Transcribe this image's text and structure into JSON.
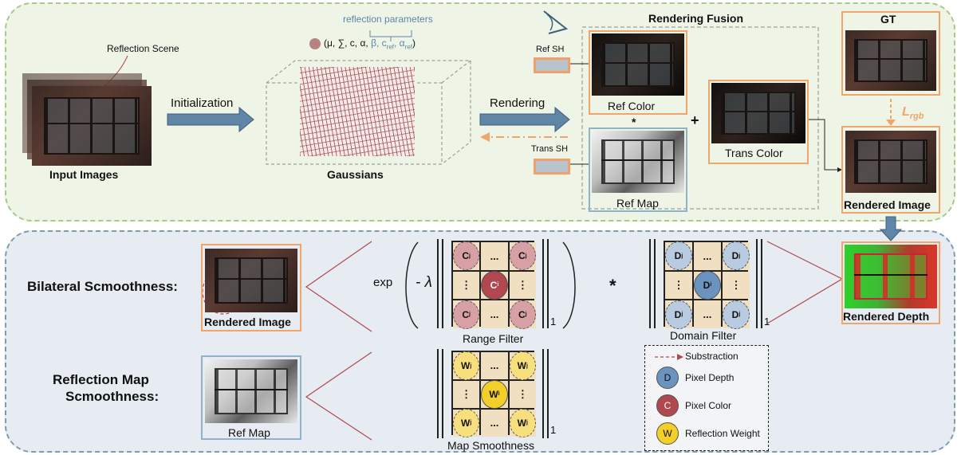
{
  "top": {
    "reflection_scene": "Reflection Scene",
    "input_images": "Input Images",
    "initialization": "Initialization",
    "gaussians": "Gaussians",
    "reflection_parameters": "reflection parameters",
    "params_prefix": "(μ, ∑, c, α,",
    "params_reflect": "β, c",
    "params_sub_ref": "ref",
    "params_sep": ", α",
    "params_sub_ref2": "ref",
    "params_close": ")",
    "rendering": "Rendering",
    "rendering_fusion": "Rendering Fusion",
    "ref_sh": "Ref SH",
    "trans_sh": "Trans SH",
    "ref_color": "Ref Color",
    "ref_map": "Ref Map",
    "trans_color": "Trans Color",
    "times": "*",
    "plus": "+",
    "gt": "GT",
    "l_rgb": "L",
    "l_rgb_sub": "rgb",
    "rendered_image": "Rendered Image"
  },
  "bottom": {
    "bilateral": "Bilateral Scmoothness:",
    "reflection_map_1": "Reflection Map",
    "reflection_map_2": "Scmoothness:",
    "rendered_image": "Rendered Image",
    "ref_map": "Ref Map",
    "exp": "exp",
    "neg_lambda": "- λ",
    "times": "*",
    "norm_sub": "1",
    "range_filter": "Range Filter",
    "domain_filter": "Domain Filter",
    "map_smoothness": "Map Smoothness",
    "rendered_depth": "Rendered Depth",
    "dots": "...",
    "vdots": "⋮",
    "c_label": "C",
    "d_label": "D",
    "w_label": "W",
    "sub_i": "i",
    "sub_j": "j",
    "legend": {
      "subtraction": "Substraction",
      "pixel_depth": "Pixel Depth",
      "pixel_color": "Pixel Color",
      "reflection_weight": "Reflection Weight",
      "d": "D",
      "c": "C",
      "w": "W"
    }
  },
  "colors": {
    "top_panel": "#eef4e6",
    "bottom_panel": "#e7ecf2",
    "arrow_blue": "#5f86a6",
    "orange": "#f0a66b",
    "pixel_color": "#b1474f",
    "pixel_depth": "#6a93bd",
    "reflection_weight": "#f3cf2a"
  }
}
